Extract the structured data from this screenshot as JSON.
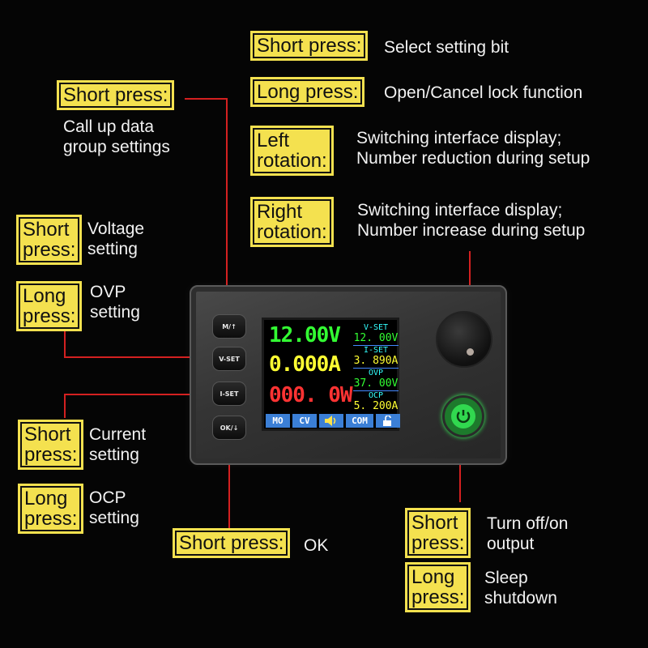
{
  "callouts": {
    "encoder_short_tag": "Short press:",
    "encoder_short_desc": "Select setting bit",
    "encoder_long_tag": "Long press:",
    "encoder_long_desc": "Open/Cancel lock function",
    "left_rot_tag": [
      "Left",
      "rotation:"
    ],
    "left_rot_desc": [
      "Switching interface display;",
      "Number reduction during setup"
    ],
    "right_rot_tag": [
      "Right",
      "rotation:"
    ],
    "right_rot_desc": [
      "Switching interface display;",
      "Number increase during setup"
    ],
    "m_short_tag": "Short press:",
    "m_short_desc": [
      "Call up data",
      "group settings"
    ],
    "vset_short_tag": [
      "Short",
      "press:"
    ],
    "vset_short_desc": [
      "Voltage",
      "setting"
    ],
    "vset_long_tag": [
      "Long",
      "press:"
    ],
    "vset_long_desc": [
      "OVP",
      "setting"
    ],
    "iset_short_tag": [
      "Short",
      "press:"
    ],
    "iset_short_desc": [
      "Current",
      "setting"
    ],
    "iset_long_tag": [
      "Long",
      "press:"
    ],
    "iset_long_desc": [
      "OCP",
      "setting"
    ],
    "ok_short_tag": "Short press:",
    "ok_short_desc": "OK",
    "power_short_tag": [
      "Short",
      "press:"
    ],
    "power_short_desc": [
      "Turn off/on",
      "output"
    ],
    "power_long_tag": [
      "Long",
      "press:"
    ],
    "power_long_desc": [
      "Sleep",
      "shutdown"
    ]
  },
  "buttons": {
    "m": "M/↑",
    "vset": "V-SET",
    "iset": "I-SET",
    "ok": "OK/↓"
  },
  "screen": {
    "voltage": "12.00V",
    "current": "0.000A",
    "power": "000. 0W",
    "vset_label": "V-SET",
    "vset_value": "12. 00V",
    "iset_label": "I-SET",
    "iset_value": "3. 890A",
    "ovp_label": "OVP",
    "ovp_value": "37. 00V",
    "ocp_label": "OCP",
    "ocp_value": "5. 200A",
    "status": [
      "MO",
      "CV",
      "COM"
    ]
  },
  "colors": {
    "tag": "#f4e14f",
    "line": "#d42020",
    "voltage": "#33ff33",
    "current": "#ffff33",
    "power": "#ff3333",
    "set_label": "#33ffff",
    "status_bg": "#3b7fd6"
  },
  "icons": {
    "power_button": "power-icon",
    "speaker": "speaker-icon",
    "lock": "lock-icon"
  }
}
